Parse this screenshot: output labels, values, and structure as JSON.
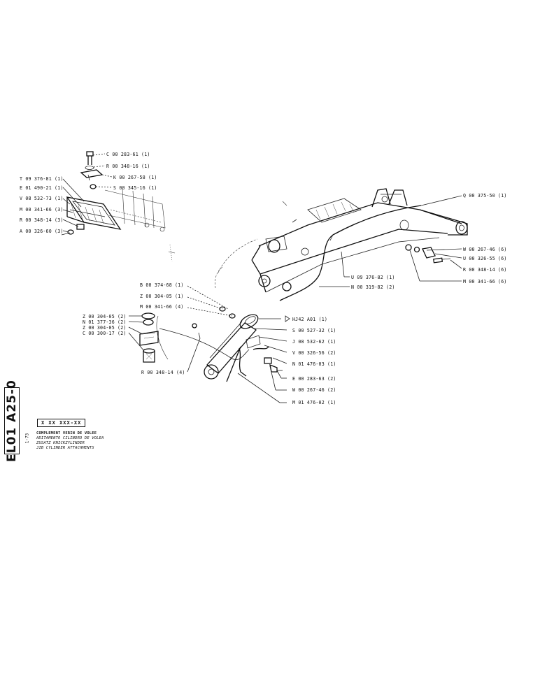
{
  "sheet": {
    "code": "EL01 A25-0",
    "date": "1-73",
    "serial": "X XX XXX-XX",
    "titles": {
      "fr": "COMPLEMENT VERIN DE VOLEE",
      "it": "ADITAMENTO CILINDRO DE VOLEA",
      "de": "ZUSATZ KNICKZYLINDER",
      "en": "JIB CYLINDER ATTACHMENTS"
    }
  },
  "callouts": {
    "top_detail": [
      "C 00 283-61 (1)",
      "R 00 348-16 (1)",
      "K 00 267-58 (1)",
      "S 00 345-16 (1)",
      "T 09 376-81 (1)",
      "E 01 490-21 (1)",
      "V 08 532-73 (1)",
      "M 00 341-66 (3)",
      "R 00 348-14 (3)",
      "A 00 326-60 (3)"
    ],
    "boom_right": [
      "Q 00 375-50 (1)",
      "W 00 267-46 (6)",
      "U 00 326-55 (6)",
      "R 00 348-14 (6)",
      "M 00 341-66 (6)",
      "U 09 376-82 (1)",
      "N 00 319-82 (2)"
    ],
    "cylinder_left": [
      "B 00 374-68 (1)",
      "Z 00 304-05 (1)",
      "M 00 341-66 (4)",
      "Z 00 304-05 (2)",
      "N 01 377-36 (2)",
      "Z 00 304-05 (2)",
      "C 00 300-17 (2)",
      "R 00 348-14 (4)"
    ],
    "cylinder_right": [
      "HJ42 A01 (1)",
      "S 00 527-32 (1)",
      "J 08 532-62 (1)",
      "V 00 326-56 (2)",
      "N 01 476-03 (1)",
      "E 00 283-63 (2)",
      "W 00 267-46 (2)",
      "M 01 476-02 (1)"
    ]
  },
  "icons": [
    "triangle-marker-icon"
  ]
}
